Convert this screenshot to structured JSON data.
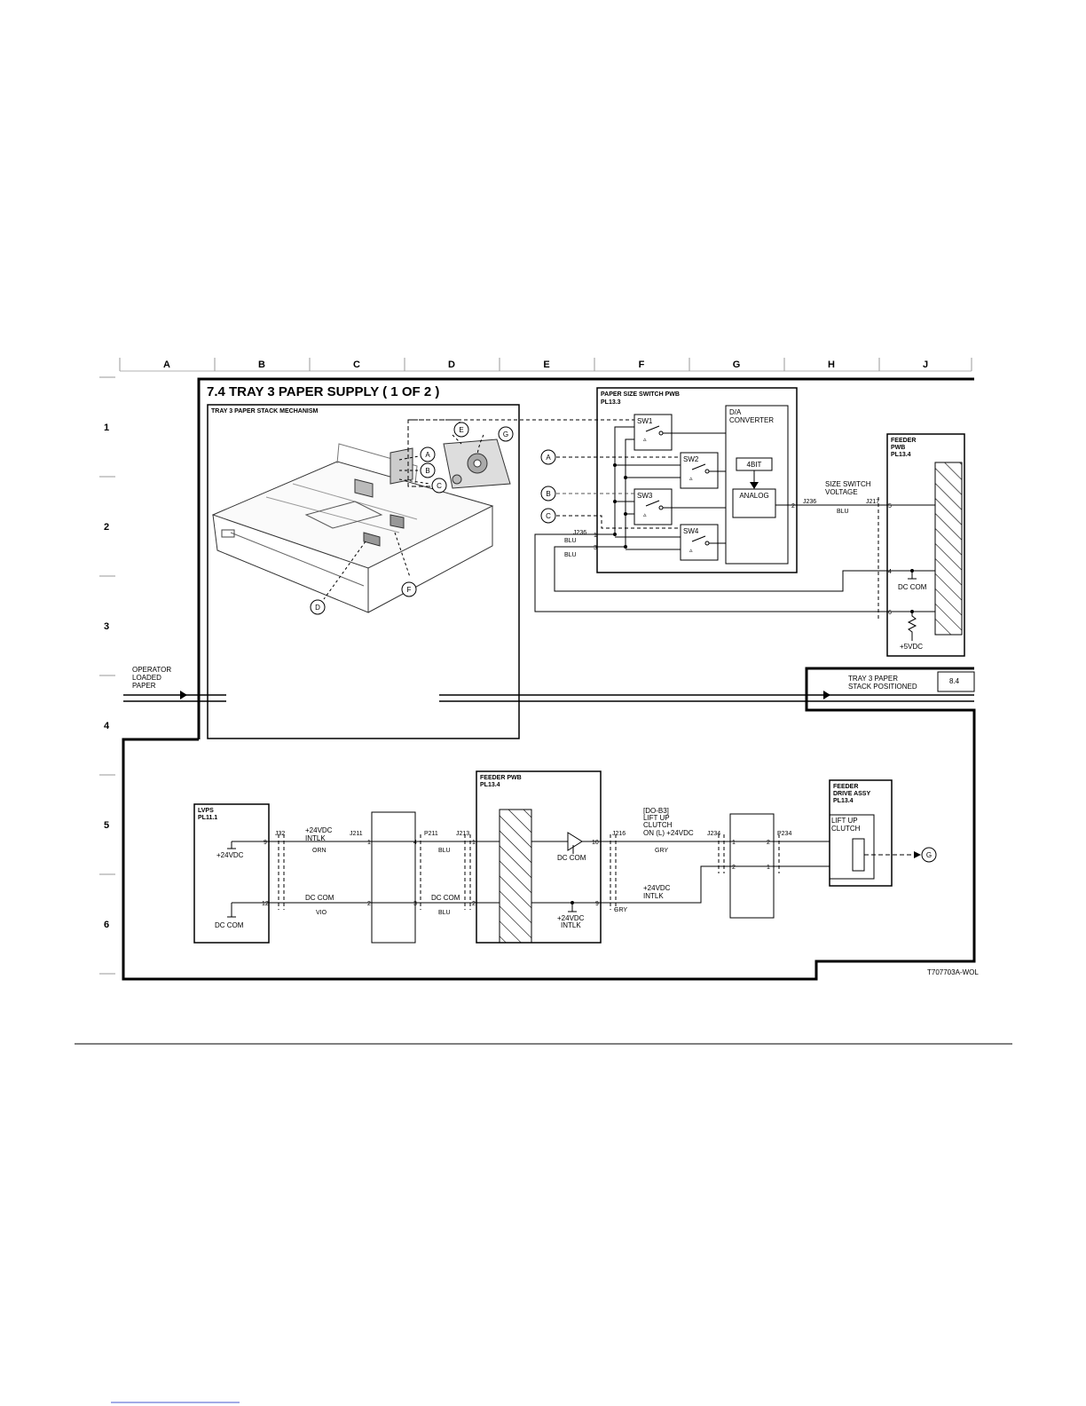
{
  "grid": {
    "columns": [
      "A",
      "B",
      "C",
      "D",
      "E",
      "F",
      "G",
      "H",
      "J"
    ],
    "rows": [
      "1",
      "2",
      "3",
      "4",
      "5",
      "6"
    ]
  },
  "title": "7.4 TRAY 3 PAPER SUPPLY ( 1 OF 2 )",
  "mechanism": {
    "title": "TRAY 3 PAPER STACK MECHANISM",
    "callouts": [
      "A",
      "B",
      "C",
      "D",
      "E",
      "F",
      "G"
    ]
  },
  "size_switch_pwb": {
    "title": "PAPER SIZE SWITCH PWB",
    "pl": "PL13.3",
    "switches": [
      "SW1",
      "SW2",
      "SW3",
      "SW4"
    ],
    "converter": [
      "D/A",
      "CONVERTER"
    ],
    "bit_box": "4BIT",
    "analog_box": "ANALOG",
    "out_pin": "2",
    "connector_in": "J236",
    "pin1": "1",
    "pin3": "3",
    "wire1": "BLU",
    "wire2": "BLU"
  },
  "size_signal": {
    "connector_out": "J236",
    "label": [
      "SIZE SWITCH",
      "VOLTAGE"
    ],
    "wire": "BLU",
    "feeder_conn": "J217"
  },
  "feeder_pwb_top": {
    "title": [
      "FEEDER",
      "PWB",
      "PL13.4"
    ],
    "pins": [
      "5",
      "4",
      "6"
    ],
    "dc_com": "DC COM",
    "vcc": "+5VDC"
  },
  "operator": [
    "OPERATOR",
    "LOADED",
    "PAPER"
  ],
  "stack_positioned": {
    "label": [
      "TRAY 3 PAPER",
      "STACK POSITIONED"
    ],
    "ref": "8.4"
  },
  "lvps": {
    "title": [
      "LVPS",
      "PL11.1"
    ],
    "v24": "+24VDC",
    "dc_com": "DC COM",
    "conn": "J32",
    "pin9": "9",
    "pin12": "12"
  },
  "wires_left": {
    "top_label": [
      "+24VDC",
      "INTLK"
    ],
    "top_color": "ORN",
    "bot_label": "DC COM",
    "bot_color": "VIO",
    "j211": "J211",
    "j211_pins": [
      "1",
      "2"
    ],
    "p211": "P211",
    "p211_pins": [
      "4",
      "3"
    ],
    "j213": "J213",
    "mid_top_color": "BLU",
    "mid_bot_label": "DC COM",
    "mid_bot_color": "BLU"
  },
  "feeder_pwb_bottom": {
    "title": [
      "FEEDER PWB",
      "PL13.4"
    ],
    "pins_in": [
      "1",
      "2"
    ],
    "pins_out": [
      "10",
      "9"
    ],
    "dc_com": "DC COM",
    "v24": [
      "+24VDC",
      "INTLK"
    ]
  },
  "wires_right": {
    "j216": "J216",
    "top_label": [
      "[DO-B3]",
      "LIFT UP",
      "CLUTCH",
      "ON (L) +24VDC"
    ],
    "top_color": "GRY",
    "bot_label": [
      "+24VDC",
      "INTLK"
    ],
    "bot_color": "GRY",
    "j234": "J234",
    "j234_pins": [
      "1",
      "2"
    ],
    "p234": "P234",
    "p234_pins": [
      "2",
      "1"
    ]
  },
  "feeder_drive": {
    "title": [
      "FEEDER",
      "DRIVE ASSY",
      "PL13.4"
    ],
    "clutch": [
      "LIFT UP",
      "CLUTCH"
    ],
    "callout": "G"
  },
  "doc_id": "T707703A-WOL"
}
